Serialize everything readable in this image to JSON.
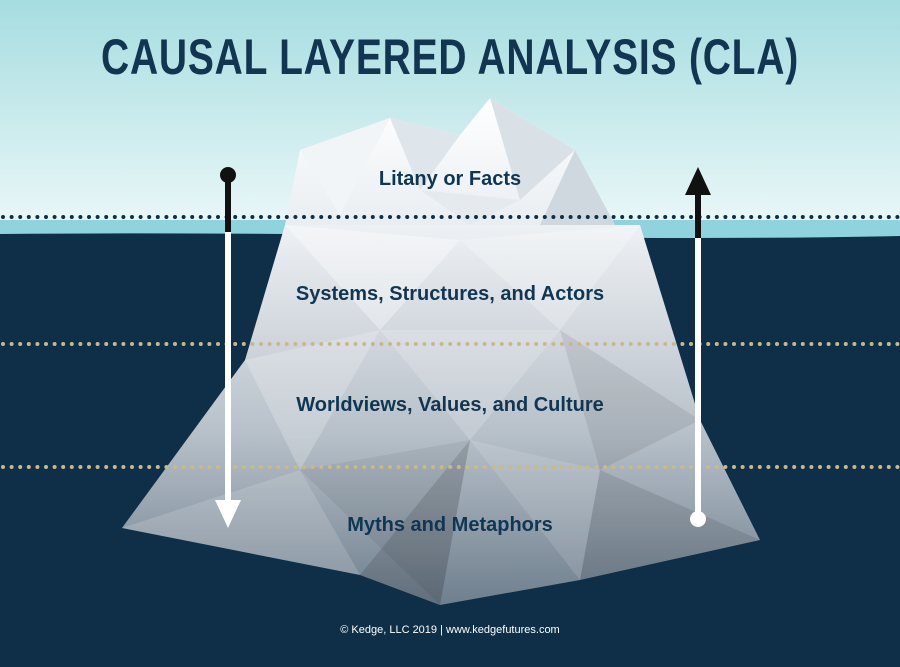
{
  "title": "CAUSAL LAYERED ANALYSIS (CLA)",
  "layers": [
    {
      "label": "Litany or Facts"
    },
    {
      "label": "Systems, Structures, and Actors"
    },
    {
      "label": "Worldviews, Values, and Culture"
    },
    {
      "label": "Myths and Metaphors"
    }
  ],
  "footer": "© Kedge, LLC 2019 | www.kedgefutures.com",
  "colors": {
    "sky_top": "#a6dde0",
    "sky_bottom": "#eaf7f8",
    "water": "#0e2f47",
    "waterline": "#8fd3de",
    "title": "#123552",
    "surface_dots": "#0e2f47",
    "depth_dots": "#c9b98a"
  },
  "icons": {
    "left_arrow": "arrow-down-icon",
    "right_arrow": "arrow-up-icon"
  }
}
